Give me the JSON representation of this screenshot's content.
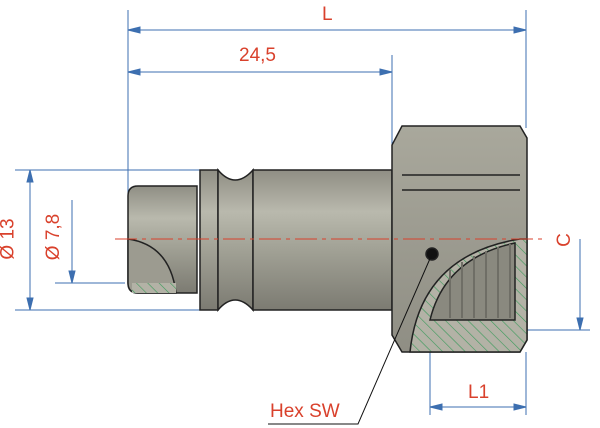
{
  "drawing": {
    "dimensions": {
      "length": "L",
      "pin_length": "24,5",
      "outer_diameter": "Ø 13",
      "inner_diameter": "Ø 7,8",
      "thread_depth_c": "C",
      "thread_length": "L1",
      "hex": "Hex SW"
    },
    "colors": {
      "dimension_line": "#3d6fb0",
      "label": "#d9412c",
      "body": "#a8a89a",
      "hatch": "#3a9a5a",
      "centerline": "#d9412c"
    }
  }
}
